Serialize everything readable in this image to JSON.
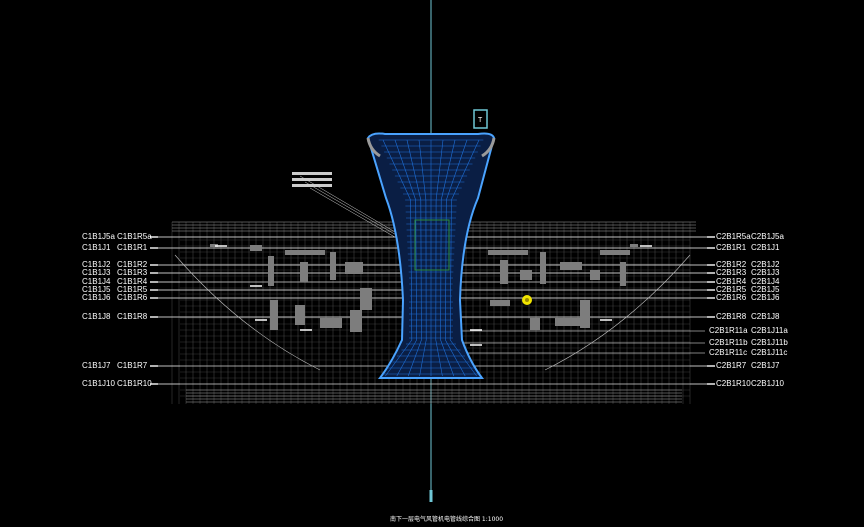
{
  "drawing": {
    "caption": "南下一层电气风管机电管线综合图 1:1000",
    "colors": {
      "background": "#000000",
      "linework": "#ffffff",
      "building": "#1e6fd8",
      "building_light": "#4aa3ff",
      "axis": "#6fc7d6",
      "marker": "#f2e600",
      "grey": "#9a9a9a"
    }
  },
  "left_labels": [
    {
      "col1": "C1B1J5a",
      "col2": "C1B1R5a"
    },
    {
      "col1": "C1B1J1",
      "col2": "C1B1R1"
    },
    {
      "col1": "C1B1J2",
      "col2": "C1B1R2"
    },
    {
      "col1": "C1B1J3",
      "col2": "C1B1R3"
    },
    {
      "col1": "C1B1J4",
      "col2": "C1B1R4"
    },
    {
      "col1": "C1B1J5",
      "col2": "C1B1R5"
    },
    {
      "col1": "C1B1J6",
      "col2": "C1B1R6"
    },
    {
      "col1": "C1B1J8",
      "col2": "C1B1R8"
    },
    {
      "col1": "C1B1J7",
      "col2": "C1B1R7"
    },
    {
      "col1": "C1B1J10",
      "col2": "C1B1R10"
    }
  ],
  "right_labels": [
    {
      "col1": "C2B1R5a",
      "col2": "C2B1J5a"
    },
    {
      "col1": "C2B1R1",
      "col2": "C2B1J1"
    },
    {
      "col1": "C2B1R2",
      "col2": "C2B1J2"
    },
    {
      "col1": "C2B1R3",
      "col2": "C2B1J3"
    },
    {
      "col1": "C2B1R4",
      "col2": "C2B1J4"
    },
    {
      "col1": "C2B1R5",
      "col2": "C2B1J5"
    },
    {
      "col1": "C2B1R6",
      "col2": "C2B1J6"
    },
    {
      "col1": "C2B1R8",
      "col2": "C2B1J8"
    },
    {
      "col1": "C2B1R11a",
      "col2": "C2B1J11a"
    },
    {
      "col1": "C2B1R11b",
      "col2": "C2B1J11b"
    },
    {
      "col1": "C2B1R11c",
      "col2": "C2B1J11c"
    },
    {
      "col1": "C2B1R7",
      "col2": "C2B1J7"
    },
    {
      "col1": "C2B1R10",
      "col2": "C2B1J10"
    }
  ]
}
